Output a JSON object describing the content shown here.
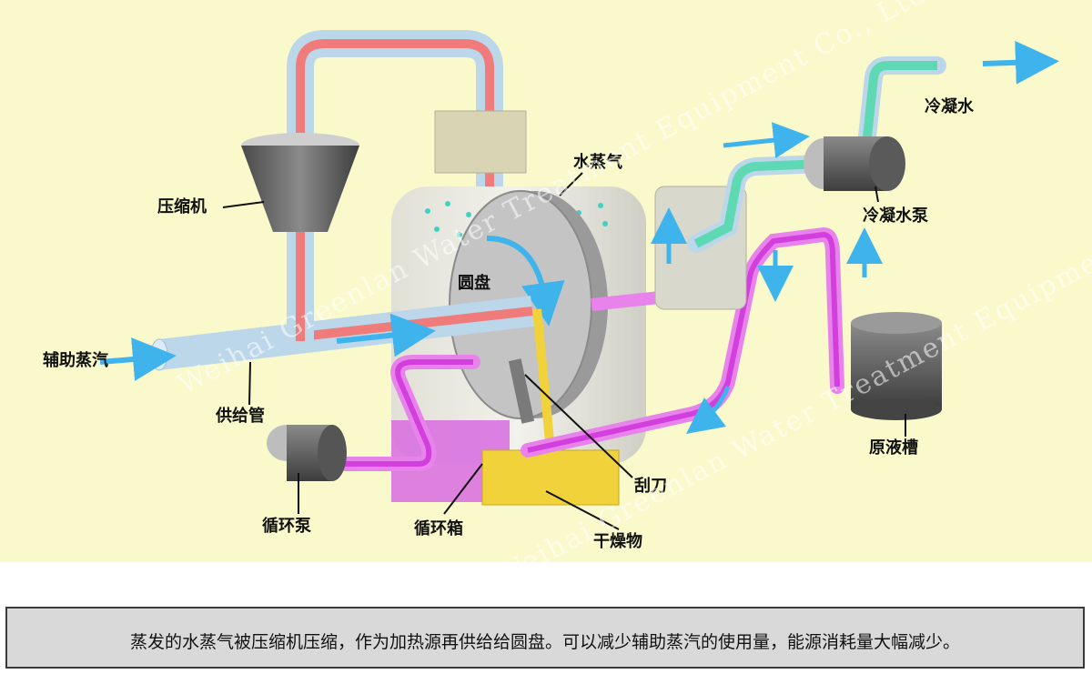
{
  "labels": {
    "compressor": "压缩机",
    "steam": "水蒸气",
    "condensate": "冷凝水",
    "condensate_pump": "冷凝水泵",
    "disc": "圆盘",
    "aux_steam": "辅助蒸汽",
    "supply_pipe": "供给管",
    "raw_tank": "原液槽",
    "scraper": "刮刀",
    "circ_pump": "循环泵",
    "circ_tank": "循环箱",
    "dried": "干燥物"
  },
  "caption": "蒸发的水蒸气被压缩机压缩，作为加热源再供给给圆盘。可以减少辅助蒸汽的使用量，能源消耗量大幅减少。",
  "watermark": "Weihai Greenlan Water Treatment Equipment Co., Ltd.",
  "colors": {
    "background": "#f9f9cc",
    "steam_pipe": "#ef7b7b",
    "pipe_shell": "#bcd6ea",
    "circulation_pipe": "#e060e8",
    "condensate_pipe": "#5fd9b4",
    "flow_arrow": "#3fb4ec",
    "dried_product": "#f2d23a",
    "caption_bg": "#d9d9d9"
  }
}
